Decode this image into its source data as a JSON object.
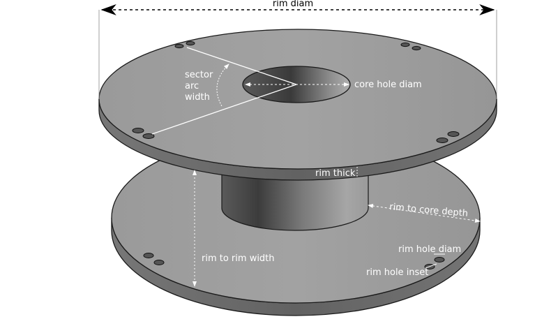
{
  "labels": {
    "rim_diam": "rim diam",
    "sector_line1": "sector",
    "sector_line2": "arc",
    "sector_line3": "width",
    "core_hole_diam": "core hole diam",
    "rim_thick": "rim thick",
    "rim_to_core_depth": "rim to core depth",
    "rim_to_rim_width": "rim to rim width",
    "rim_hole_diam": "rim hole diam",
    "rim_hole_inset": "rim hole inset"
  },
  "colors": {
    "disc_face": "#9b9b9b",
    "disc_edge": "#6e6e6e",
    "core_light": "#a8a8a8",
    "core_dark": "#3a3a3a",
    "outline": "#1a1a1a",
    "annotation": "#ffffff",
    "dimension_line": "#000000"
  }
}
